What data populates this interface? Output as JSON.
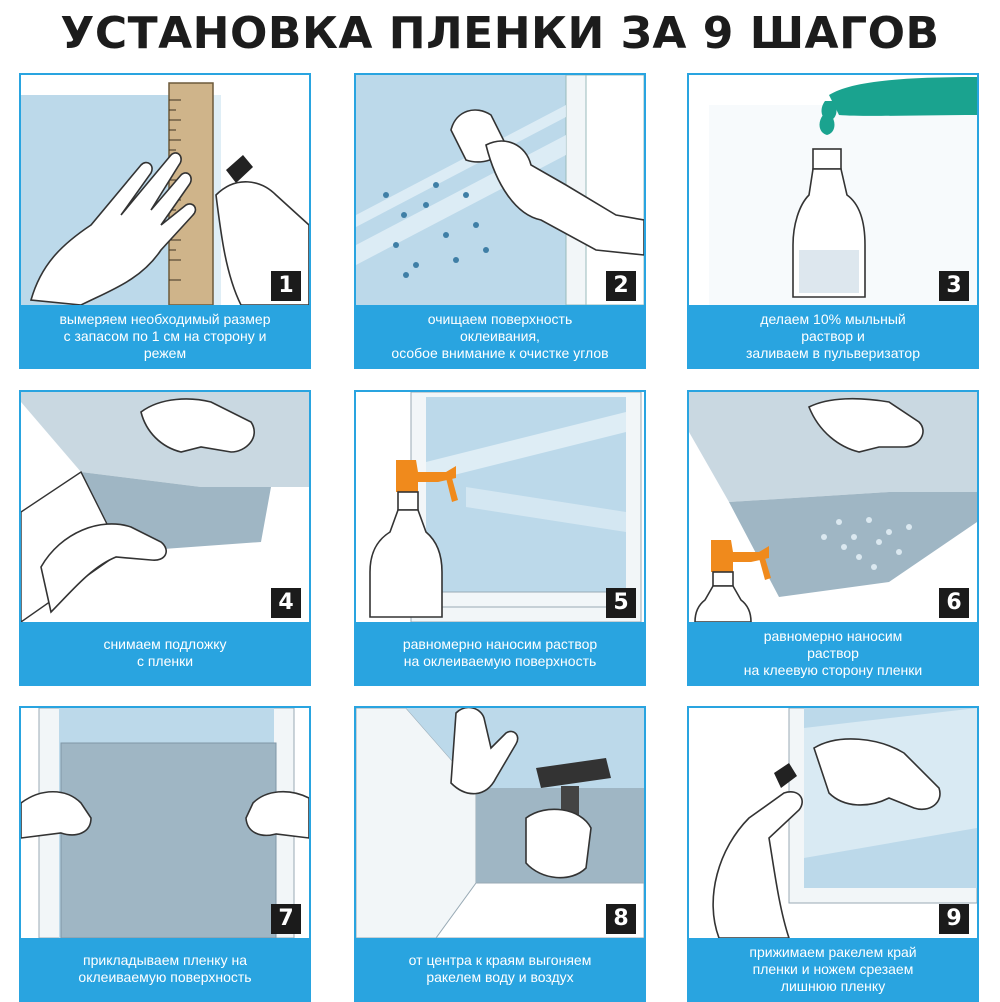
{
  "title": "УСТАНОВКА ПЛЕНКИ ЗА 9 ШАГОВ",
  "colors": {
    "accent": "#29a4e0",
    "glass": "#bcd9ea",
    "film": "#9fb6c4",
    "badge": "#1b1b1b",
    "nozzle": "#f08a1c"
  },
  "steps": [
    {
      "number": "1",
      "icon": "ruler-icon",
      "caption": "вымеряем необходимый размер\nс запасом по 1 см на сторону и\nрежем"
    },
    {
      "number": "2",
      "icon": "cleaning-icon",
      "caption": "очищаем поверхность\nоклеивания,\nособое внимание к очистке углов"
    },
    {
      "number": "3",
      "icon": "bottle-icon",
      "caption": "делаем 10% мыльный\nраствор и\nзаливаем в пульверизатор"
    },
    {
      "number": "4",
      "icon": "peel-icon",
      "caption": "снимаем подложку\nс пленки"
    },
    {
      "number": "5",
      "icon": "spray-glass-icon",
      "caption": "равномерно наносим раствор\nна оклеиваемую поверхность"
    },
    {
      "number": "6",
      "icon": "spray-film-icon",
      "caption": "равномерно наносим\nраствор\nна клеевую сторону пленки"
    },
    {
      "number": "7",
      "icon": "apply-film-icon",
      "caption": "прикладываем пленку на\nоклеиваемую поверхность"
    },
    {
      "number": "8",
      "icon": "squeegee-icon",
      "caption": "от центра к краям выгоняем\nракелем воду и воздух"
    },
    {
      "number": "9",
      "icon": "trim-icon",
      "caption": "прижимаем ракелем край\nпленки и ножем срезаем\nлишнюю пленку"
    }
  ]
}
